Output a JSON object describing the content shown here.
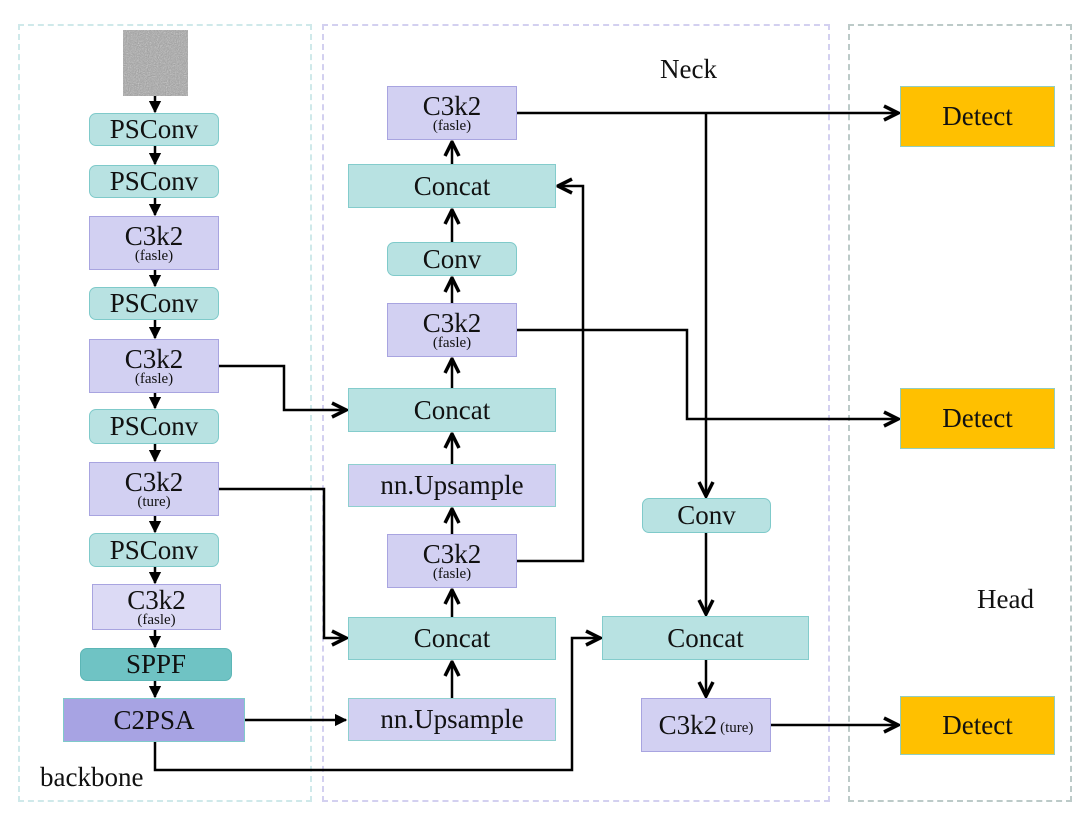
{
  "sections": {
    "backbone": {
      "label": "backbone"
    },
    "neck": {
      "label": "Neck"
    },
    "head": {
      "label": "Head"
    }
  },
  "backbone": {
    "input_image": {
      "icon": "grayscale-noise-image"
    },
    "nodes": [
      {
        "id": "bb1",
        "label": "PSConv"
      },
      {
        "id": "bb2",
        "label": "PSConv"
      },
      {
        "id": "bb3",
        "label": "C3k2",
        "sub": "(fasle)"
      },
      {
        "id": "bb4",
        "label": "PSConv"
      },
      {
        "id": "bb5",
        "label": "C3k2",
        "sub": "(fasle)"
      },
      {
        "id": "bb6",
        "label": "PSConv"
      },
      {
        "id": "bb7",
        "label": "C3k2",
        "sub": "(ture)"
      },
      {
        "id": "bb8",
        "label": "PSConv"
      },
      {
        "id": "bb9",
        "label": "C3k2",
        "sub": "(fasle)"
      },
      {
        "id": "bb10",
        "label": "SPPF"
      },
      {
        "id": "bb11",
        "label": "C2PSA"
      }
    ]
  },
  "neck": {
    "nodes": [
      {
        "id": "n1",
        "label": "C3k2",
        "sub": "(fasle)"
      },
      {
        "id": "n2",
        "label": "Concat"
      },
      {
        "id": "n3",
        "label": "Conv"
      },
      {
        "id": "n4",
        "label": "C3k2",
        "sub": "(fasle)"
      },
      {
        "id": "n5",
        "label": "Concat"
      },
      {
        "id": "n6",
        "label": "nn.Upsample"
      },
      {
        "id": "n7",
        "label": "C3k2",
        "sub": "(fasle)"
      },
      {
        "id": "n8",
        "label": "Concat"
      },
      {
        "id": "n9",
        "label": "nn.Upsample"
      },
      {
        "id": "n10",
        "label": "Conv"
      },
      {
        "id": "n11",
        "label": "Concat"
      },
      {
        "id": "n12",
        "label": "C3k2",
        "sub": "(ture)"
      }
    ]
  },
  "head": {
    "nodes": [
      {
        "id": "h1",
        "label": "Detect"
      },
      {
        "id": "h2",
        "label": "Detect"
      },
      {
        "id": "h3",
        "label": "Detect"
      }
    ]
  },
  "colors": {
    "teal_block": "#b8e2e2",
    "lavender_block": "#d2d0f2",
    "sppf_block": "#6fc3c4",
    "c2psa_block": "#a7a3e3",
    "detect_block": "#ffc000",
    "backbone_border": "#cde9ea",
    "neck_border": "#cfccef",
    "head_border": "#b9c8c6"
  }
}
